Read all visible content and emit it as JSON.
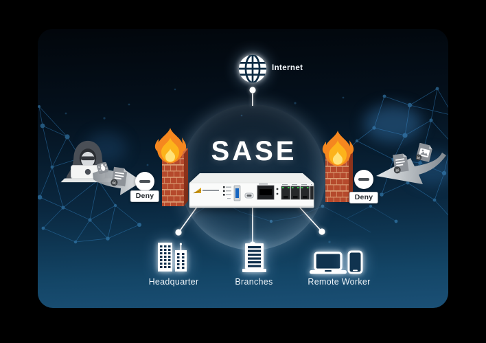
{
  "scene": {
    "title": "SASE",
    "internet_label": "Internet",
    "deny_left": "Deny",
    "deny_right": "Deny"
  },
  "endpoints": [
    {
      "label": "Headquarter"
    },
    {
      "label": "Branches"
    },
    {
      "label": "Remote Worker"
    }
  ],
  "icons": {
    "top": "globe-internet",
    "left_threat": "hacker-with-laptop, malware-files, deny-sign, burning-brick-firewall",
    "right_threat": "burning-brick-firewall, deny-sign, malware-files",
    "center": "sase-security-appliance",
    "bottom": "office-buildings, branch-building, laptop-and-phone"
  },
  "colors": {
    "card_top": "#02060b",
    "card_bottom": "#1b5076",
    "mesh_line": "#2f7ab5",
    "mesh_node": "#3f8fc9",
    "flame_outer": "#f5871f",
    "flame_mid": "#fcb31b",
    "flame_core": "#ffe27a",
    "brick": "#b5492c",
    "device_body": "#fafbfa",
    "port_led_green": "#35c24a",
    "line_white": "#ffffff"
  }
}
